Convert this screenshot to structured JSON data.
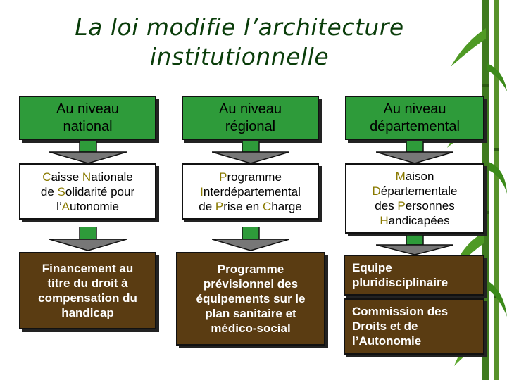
{
  "title": {
    "line1": "La loi modifie l’architecture",
    "line2": "institutionnelle"
  },
  "colors": {
    "green": "#2e9b3a",
    "brown": "#5a3c12",
    "title": "#0a3d0a",
    "highlight": "#8a7a00"
  },
  "levels": {
    "national": {
      "line1": "Au niveau",
      "line2": "national"
    },
    "regional": {
      "line1": "Au niveau",
      "line2": "régional"
    },
    "departemental": {
      "line1": "Au niveau",
      "line2": "départemental"
    }
  },
  "bodies": {
    "cnsa": {
      "l1a": "C",
      "l1b": "aisse ",
      "l1c": "N",
      "l1d": "ationale",
      "l2a": "de ",
      "l2b": "S",
      "l2c": "olidarité pour",
      "l3a": "l’",
      "l3b": "A",
      "l3c": "utonomie"
    },
    "priac": {
      "l1a": "P",
      "l1b": "rogramme",
      "l2a": "I",
      "l2b": "nterdépartemental",
      "l3a": "de ",
      "l3b": "P",
      "l3c": "rise en ",
      "l3d": "C",
      "l3e": "harge"
    },
    "mdph": {
      "l1a": "M",
      "l1b": "aison",
      "l2a": "D",
      "l2b": "épartementale",
      "l3a": "des ",
      "l3b": "P",
      "l3c": "ersonnes",
      "l4a": "H",
      "l4b": "andicapées"
    }
  },
  "outcomes": {
    "financement": [
      "Financement au",
      "titre du droit à",
      "compensation du",
      "handicap"
    ],
    "programme": [
      "Programme",
      "prévisionnel des",
      "équipements sur le",
      "plan sanitaire et",
      "médico-social"
    ],
    "equipe": [
      "Equipe",
      "pluridisciplinaire"
    ],
    "commission": [
      "Commission des",
      "Droits et de",
      "l’Autonomie"
    ]
  }
}
